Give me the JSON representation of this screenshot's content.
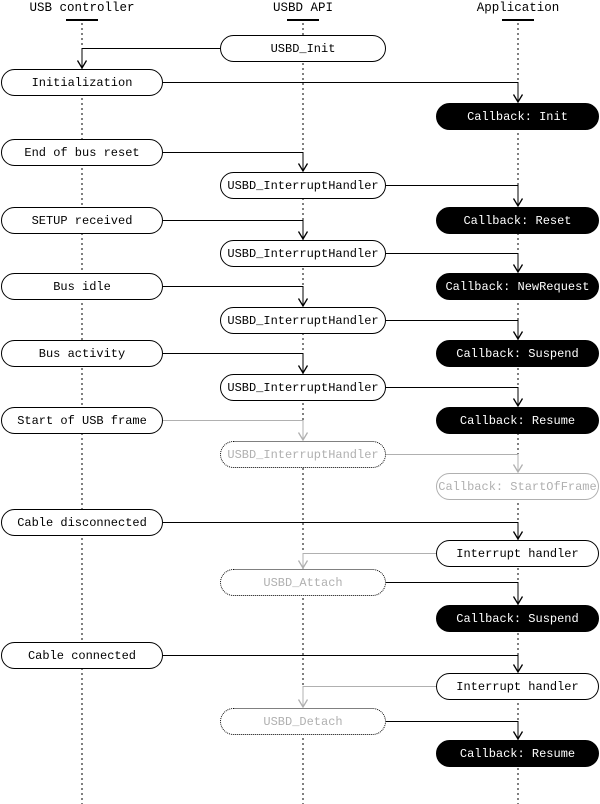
{
  "diagram": {
    "columns": [
      {
        "id": "usb-controller",
        "label": "USB controller"
      },
      {
        "id": "usbd-api",
        "label": "USBD API"
      },
      {
        "id": "application",
        "label": "Application"
      }
    ],
    "nodes": [
      {
        "label": "USBD_Init",
        "column": "usbd-api",
        "state": "active"
      },
      {
        "label": "Initialization",
        "column": "usb-controller",
        "state": "active"
      },
      {
        "label": "Callback: Init",
        "column": "application",
        "state": "active-filled"
      },
      {
        "label": "End of bus reset",
        "column": "usb-controller",
        "state": "active"
      },
      {
        "label": "USBD_InterruptHandler",
        "column": "usbd-api",
        "state": "active"
      },
      {
        "label": "Callback: Reset",
        "column": "application",
        "state": "active-filled"
      },
      {
        "label": "SETUP received",
        "column": "usb-controller",
        "state": "active"
      },
      {
        "label": "USBD_InterruptHandler",
        "column": "usbd-api",
        "state": "active"
      },
      {
        "label": "Callback: NewRequest",
        "column": "application",
        "state": "active-filled"
      },
      {
        "label": "Bus idle",
        "column": "usb-controller",
        "state": "active"
      },
      {
        "label": "USBD_InterruptHandler",
        "column": "usbd-api",
        "state": "active"
      },
      {
        "label": "Callback: Suspend",
        "column": "application",
        "state": "active-filled"
      },
      {
        "label": "Bus activity",
        "column": "usb-controller",
        "state": "active"
      },
      {
        "label": "USBD_InterruptHandler",
        "column": "usbd-api",
        "state": "active"
      },
      {
        "label": "Callback: Resume",
        "column": "application",
        "state": "active-filled"
      },
      {
        "label": "Start of USB frame",
        "column": "usb-controller",
        "state": "active"
      },
      {
        "label": "USBD_InterruptHandler",
        "column": "usbd-api",
        "state": "inactive-dotted"
      },
      {
        "label": "Callback: StartOfFrame",
        "column": "application",
        "state": "inactive-outline"
      },
      {
        "label": "Cable disconnected",
        "column": "usb-controller",
        "state": "active"
      },
      {
        "label": "Interrupt handler",
        "column": "application",
        "state": "active"
      },
      {
        "label": "USBD_Attach",
        "column": "usbd-api",
        "state": "inactive-dotted"
      },
      {
        "label": "Callback: Suspend",
        "column": "application",
        "state": "active-filled"
      },
      {
        "label": "Cable connected",
        "column": "usb-controller",
        "state": "active"
      },
      {
        "label": "Interrupt handler",
        "column": "application",
        "state": "active"
      },
      {
        "label": "USBD_Detach",
        "column": "usbd-api",
        "state": "inactive-dotted"
      },
      {
        "label": "Callback: Resume",
        "column": "application",
        "state": "active-filled"
      }
    ],
    "edges": [
      {
        "from": 0,
        "to": 1,
        "state": "active"
      },
      {
        "from": 1,
        "to": 2,
        "state": "active"
      },
      {
        "from": 3,
        "to": 4,
        "state": "active"
      },
      {
        "from": 4,
        "to": 5,
        "state": "active"
      },
      {
        "from": 6,
        "to": 7,
        "state": "active"
      },
      {
        "from": 7,
        "to": 8,
        "state": "active"
      },
      {
        "from": 9,
        "to": 10,
        "state": "active"
      },
      {
        "from": 10,
        "to": 11,
        "state": "active"
      },
      {
        "from": 12,
        "to": 13,
        "state": "active"
      },
      {
        "from": 13,
        "to": 14,
        "state": "active"
      },
      {
        "from": 15,
        "to": 16,
        "state": "inactive"
      },
      {
        "from": 16,
        "to": 17,
        "state": "inactive"
      },
      {
        "from": 18,
        "to": 19,
        "state": "active"
      },
      {
        "from": 19,
        "to": 20,
        "state": "inactive"
      },
      {
        "from": 20,
        "to": 21,
        "state": "active"
      },
      {
        "from": 22,
        "to": 23,
        "state": "active"
      },
      {
        "from": 23,
        "to": 24,
        "state": "inactive"
      },
      {
        "from": 24,
        "to": 25,
        "state": "active"
      }
    ]
  },
  "colors": {
    "active": "#000000",
    "inactive": "#b0b0b0",
    "filled_text": "#ffffff",
    "background": "#ffffff"
  }
}
